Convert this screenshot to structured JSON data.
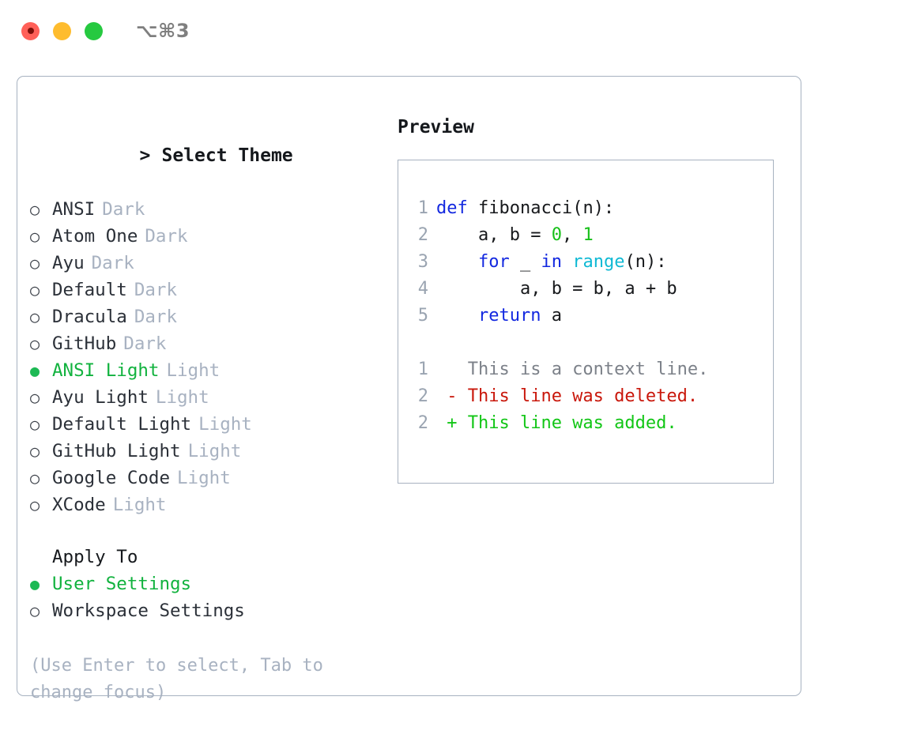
{
  "titlebar": {
    "shortcut_label": "⌥⌘3",
    "buttons": [
      {
        "name": "close",
        "color": "#ff6058"
      },
      {
        "name": "minimize",
        "color": "#febc2e"
      },
      {
        "name": "maximize",
        "color": "#26c940"
      }
    ]
  },
  "theme_section": {
    "caret": ">",
    "heading": "Select Theme",
    "options": [
      {
        "bullet": "○",
        "label": "ANSI",
        "suffix": "Dark",
        "selected": false
      },
      {
        "bullet": "○",
        "label": "Atom One",
        "suffix": "Dark",
        "selected": false
      },
      {
        "bullet": "○",
        "label": "Ayu",
        "suffix": "Dark",
        "selected": false
      },
      {
        "bullet": "○",
        "label": "Default",
        "suffix": "Dark",
        "selected": false
      },
      {
        "bullet": "○",
        "label": "Dracula",
        "suffix": "Dark",
        "selected": false
      },
      {
        "bullet": "○",
        "label": "GitHub",
        "suffix": "Dark",
        "selected": false
      },
      {
        "bullet": "●",
        "label": "ANSI Light",
        "suffix": "Light",
        "selected": true
      },
      {
        "bullet": "○",
        "label": "Ayu Light",
        "suffix": "Light",
        "selected": false
      },
      {
        "bullet": "○",
        "label": "Default Light",
        "suffix": "Light",
        "selected": false
      },
      {
        "bullet": "○",
        "label": "GitHub Light",
        "suffix": "Light",
        "selected": false
      },
      {
        "bullet": "○",
        "label": "Google Code",
        "suffix": "Light",
        "selected": false
      },
      {
        "bullet": "○",
        "label": "XCode",
        "suffix": "Light",
        "selected": false
      }
    ]
  },
  "apply_to": {
    "heading": "Apply To",
    "options": [
      {
        "bullet": "●",
        "label": "User Settings",
        "selected": true
      },
      {
        "bullet": "○",
        "label": "Workspace Settings",
        "selected": false
      }
    ]
  },
  "hint": "(Use Enter to select, Tab to change focus)",
  "preview": {
    "title": "Preview",
    "code_lines": [
      {
        "no": "1",
        "tokens": [
          {
            "t": "def",
            "c": "kw"
          },
          {
            "t": " fibonacci(n):",
            "c": "txt"
          }
        ]
      },
      {
        "no": "2",
        "tokens": [
          {
            "t": "    a, b = ",
            "c": "txt"
          },
          {
            "t": "0",
            "c": "num"
          },
          {
            "t": ", ",
            "c": "txt"
          },
          {
            "t": "1",
            "c": "num"
          }
        ]
      },
      {
        "no": "3",
        "tokens": [
          {
            "t": "    ",
            "c": "txt"
          },
          {
            "t": "for",
            "c": "kw"
          },
          {
            "t": " _ ",
            "c": "txt"
          },
          {
            "t": "in",
            "c": "kw"
          },
          {
            "t": " ",
            "c": "txt"
          },
          {
            "t": "range",
            "c": "fn"
          },
          {
            "t": "(n):",
            "c": "txt"
          }
        ]
      },
      {
        "no": "4",
        "tokens": [
          {
            "t": "        a, b = b, a + b",
            "c": "txt"
          }
        ]
      },
      {
        "no": "5",
        "tokens": [
          {
            "t": "    ",
            "c": "txt"
          },
          {
            "t": "return",
            "c": "kw"
          },
          {
            "t": " a",
            "c": "txt"
          }
        ]
      }
    ],
    "diff_lines": [
      {
        "no": "1",
        "marker": " ",
        "text": "This is a context line.",
        "kind": "ctx"
      },
      {
        "no": "2",
        "marker": "-",
        "text": "This line was deleted.",
        "kind": "del"
      },
      {
        "no": "2",
        "marker": "+",
        "text": "This line was added.",
        "kind": "add"
      }
    ]
  },
  "colors": {
    "accent_green": "#11b23e",
    "muted": "#a8b2c1",
    "border": "#a7b2c0",
    "keyword_blue": "#1328e0",
    "function_cyan": "#0fb9d4",
    "number_green": "#17c019",
    "diff_deleted": "#c9170b",
    "diff_added": "#12c616",
    "diff_context": "#7c8189"
  }
}
